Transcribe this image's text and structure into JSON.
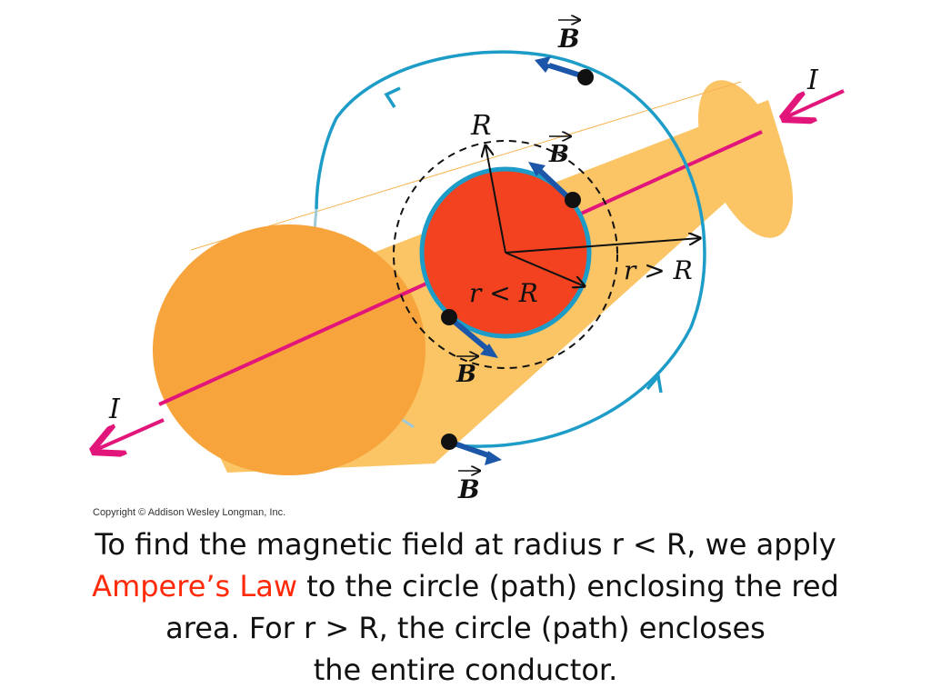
{
  "diagram": {
    "labels": {
      "B_vector": "B",
      "current": "I",
      "radius": "R",
      "r_less": "r < R",
      "r_greater": "r > R"
    },
    "colors": {
      "conductor_body": "#fbc566",
      "conductor_face": "#f8a43c",
      "core": "#f2421f",
      "field_loop": "#1e9cc8",
      "field_arrow": "#1b56a8",
      "axis": "#e2157a"
    }
  },
  "copyright": "Copyright © Addison Wesley Longman, Inc.",
  "caption": {
    "line1": "To find the magnetic field at radius r < R, we apply",
    "highlight": "Ampere’s Law",
    "line2_rest": " to the circle (path) enclosing the red",
    "line3": "area.  For r > R, the circle (path) encloses",
    "line4": "the entire conductor."
  }
}
